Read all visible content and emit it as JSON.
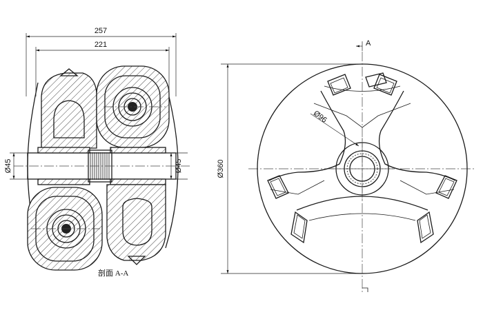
{
  "section_view": {
    "dims": {
      "overall_width": "257",
      "inner_width": "221",
      "left_bore": "Ø45",
      "right_bore": "Ø45"
    },
    "caption": "剖面 A-A"
  },
  "top_view": {
    "dims": {
      "outer_diameter": "Ø360",
      "hub_diameter": "Ø96"
    },
    "section_marker": "A"
  }
}
